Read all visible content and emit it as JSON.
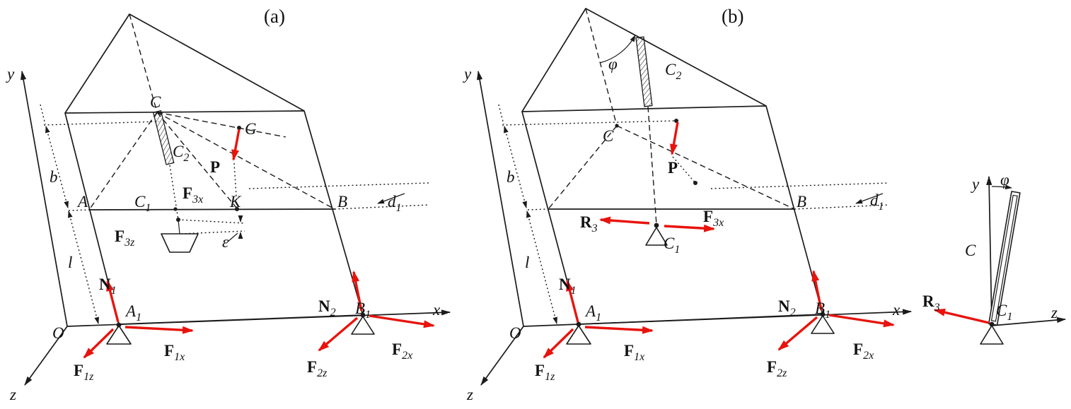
{
  "colors": {
    "ink": "#1b1b1b",
    "force_red": "#e8130c",
    "background": "#ffffff"
  },
  "panel_a": {
    "caption": "(a)",
    "axes": {
      "x": "x",
      "y": "y",
      "z": "z",
      "O": "O"
    },
    "points": {
      "C": "C",
      "G": "G",
      "A": "A",
      "K": "K",
      "B": "B"
    },
    "subs": {
      "C1": {
        "m": "C",
        "s": "1"
      },
      "C2": {
        "m": "C",
        "s": "2"
      },
      "A1": {
        "m": "A",
        "s": "1"
      },
      "B1": {
        "m": "B",
        "s": "1"
      },
      "d1": {
        "m": "d",
        "s": "1"
      }
    },
    "dims": {
      "b": "b",
      "l": "l",
      "eps": "ε"
    },
    "forces": {
      "P": "P",
      "N1": {
        "m": "N",
        "s": "1"
      },
      "N2": {
        "m": "N",
        "s": "2"
      },
      "F1x": {
        "m": "F",
        "s": "1x"
      },
      "F1z": {
        "m": "F",
        "s": "1z"
      },
      "F2x": {
        "m": "F",
        "s": "2x"
      },
      "F2z": {
        "m": "F",
        "s": "2z"
      },
      "F3x": {
        "m": "F",
        "s": "3x"
      },
      "F3z": {
        "m": "F",
        "s": "3z"
      }
    }
  },
  "panel_b": {
    "caption": "(b)",
    "axes": {
      "x": "x",
      "y": "y",
      "z": "z",
      "O": "O"
    },
    "points": {
      "C": "C",
      "B": "B"
    },
    "subs": {
      "C1": {
        "m": "C",
        "s": "1"
      },
      "C2": {
        "m": "C",
        "s": "2"
      },
      "A1": {
        "m": "A",
        "s": "1"
      },
      "B1": {
        "m": "B",
        "s": "1"
      },
      "d1": {
        "m": "d",
        "s": "1"
      }
    },
    "dims": {
      "b": "b",
      "l": "l",
      "phi": "φ"
    },
    "forces": {
      "P": "P",
      "N1": {
        "m": "N",
        "s": "1"
      },
      "N2": {
        "m": "N",
        "s": "2"
      },
      "F1x": {
        "m": "F",
        "s": "1x"
      },
      "F1z": {
        "m": "F",
        "s": "1z"
      },
      "F2x": {
        "m": "F",
        "s": "2x"
      },
      "F2z": {
        "m": "F",
        "s": "2z"
      },
      "F3x": {
        "m": "F",
        "s": "3x"
      },
      "R3": {
        "m": "R",
        "s": "3"
      }
    }
  },
  "panel_c": {
    "axes": {
      "y": "y",
      "z": "z"
    },
    "points": {
      "C": "C"
    },
    "subs": {
      "C1": {
        "m": "C",
        "s": "1"
      }
    },
    "dims": {
      "phi": "φ"
    },
    "forces": {
      "R3": {
        "m": "R",
        "s": "3"
      }
    }
  }
}
